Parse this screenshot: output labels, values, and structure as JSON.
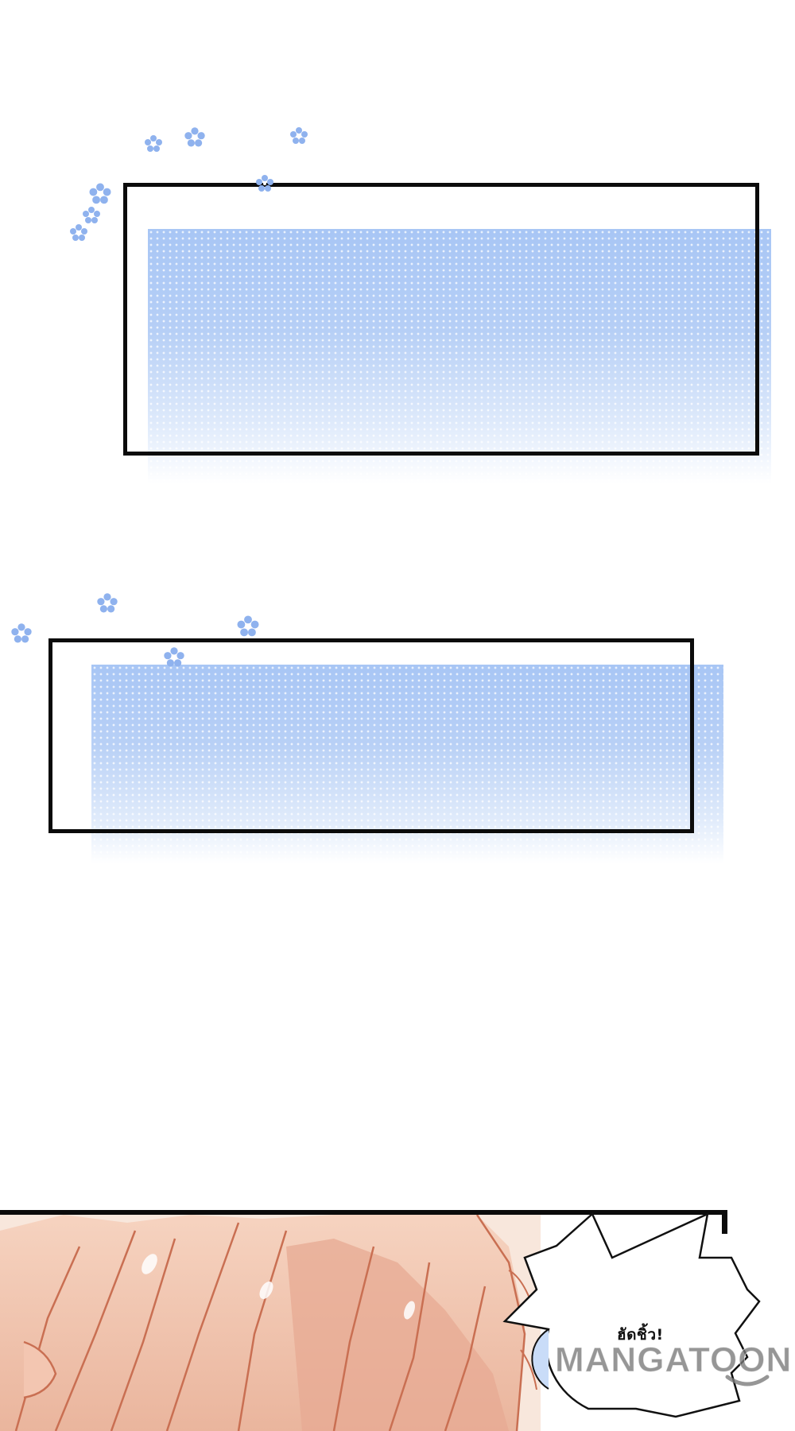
{
  "panels": [
    {
      "name": "caption-box-1",
      "text": ""
    },
    {
      "name": "caption-box-2",
      "text": ""
    }
  ],
  "speech": {
    "sfx_text": "ฮัดชิ้ว!"
  },
  "watermark": {
    "text": "MANGATOON"
  },
  "colors": {
    "background": "#ffffff",
    "frame": "#0b0b0b",
    "halftone_blue": "#a8c6f5",
    "petal_blue": "#8fb2ee",
    "hair_light": "#f2c9b4",
    "hair_shadow": "#e2a690",
    "hair_outline": "#c96f52",
    "watermark_gray": "#787878"
  },
  "icons": {
    "petal": "blossom-petal-icon",
    "smile": "watermark-smile-icon"
  }
}
